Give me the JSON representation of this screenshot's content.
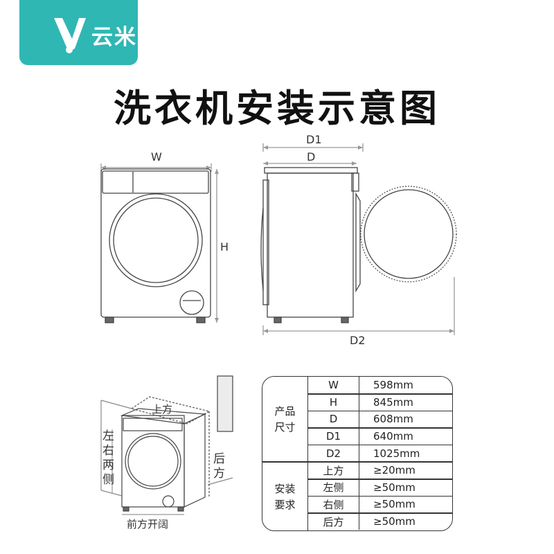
{
  "brand": {
    "name": "云米",
    "color": "#2fb7b4"
  },
  "title": "洗衣机安装示意图",
  "dimension_labels": {
    "w": "W",
    "h": "H",
    "d": "D",
    "d1": "D1",
    "d2": "D2"
  },
  "install_labels": {
    "top": "上方",
    "sides": "左右两侧",
    "rear": "后方",
    "front": "前方开阔"
  },
  "spec_table": {
    "groups": [
      {
        "label_line1": "产品",
        "label_line2": "尺寸",
        "rows": [
          {
            "key": "W",
            "value": "598mm"
          },
          {
            "key": "H",
            "value": "845mm"
          },
          {
            "key": "D",
            "value": "608mm"
          },
          {
            "key": "D1",
            "value": "640mm"
          },
          {
            "key": "D2",
            "value": "1025mm"
          }
        ]
      },
      {
        "label_line1": "安装",
        "label_line2": "要求",
        "rows": [
          {
            "key": "上方",
            "value": "≥20mm"
          },
          {
            "key": "左侧",
            "value": "≥50mm"
          },
          {
            "key": "右侧",
            "value": "≥50mm"
          },
          {
            "key": "后方",
            "value": "≥50mm"
          }
        ]
      }
    ]
  }
}
